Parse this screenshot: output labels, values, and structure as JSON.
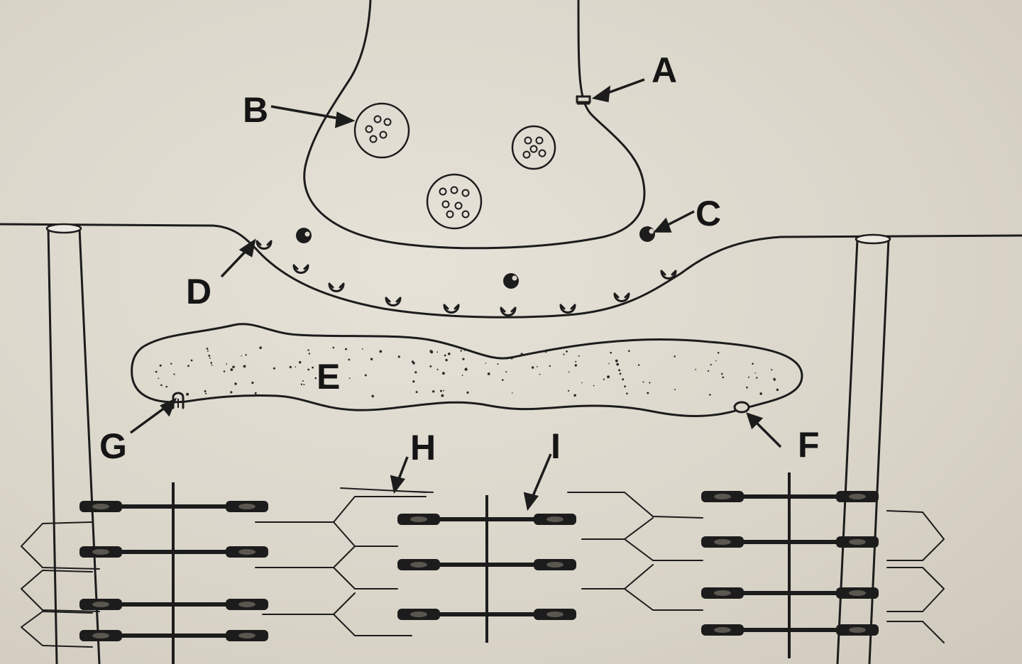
{
  "labels": {
    "A": "A",
    "B": "B",
    "C": "C",
    "D": "D",
    "E": "E",
    "F": "F",
    "G": "G",
    "H": "H",
    "I": "I"
  },
  "colors": {
    "paper": "#dcd7cb",
    "ink": "#1c1c1c"
  }
}
